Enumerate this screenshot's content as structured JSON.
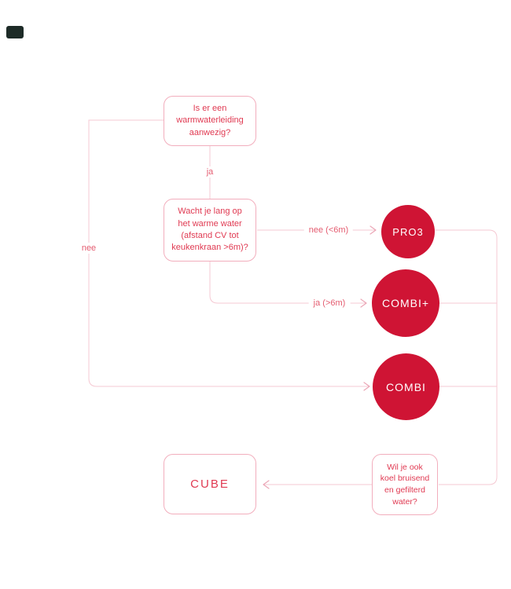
{
  "page": {
    "background": "#ffffff"
  },
  "colors": {
    "page_bg": "#ffffff",
    "circle_fill": "#cf1434",
    "circle_text": "#ffffff",
    "box_border": "#f2aebd",
    "box_text": "#e03a52",
    "label_text": "#e45c70",
    "line": "#f5c9d3",
    "arrow": "#eba6b6",
    "badge": "#1d2b27"
  },
  "nodes": {
    "q_warmwater": {
      "text": "Is er een\nwarmwaterleiding\naanwezig?"
    },
    "q_wait": {
      "text": "Wacht je lang op\nhet warme water\n(afstand CV tot\nkeukenkraan >6m)?"
    },
    "q_cool": {
      "text": "Wil je ook\nkoel bruisend\nen gefilterd\nwater?"
    },
    "pro3": {
      "label": "PRO3"
    },
    "combi_plus": {
      "label": "COMBI+"
    },
    "combi": {
      "label": "COMBI"
    },
    "cube": {
      "label": "CUBE"
    }
  },
  "edges": {
    "ja": "ja",
    "nee": "nee",
    "nee_lt6m": "nee (<6m)",
    "ja_gt6m": "ja (>6m)"
  }
}
